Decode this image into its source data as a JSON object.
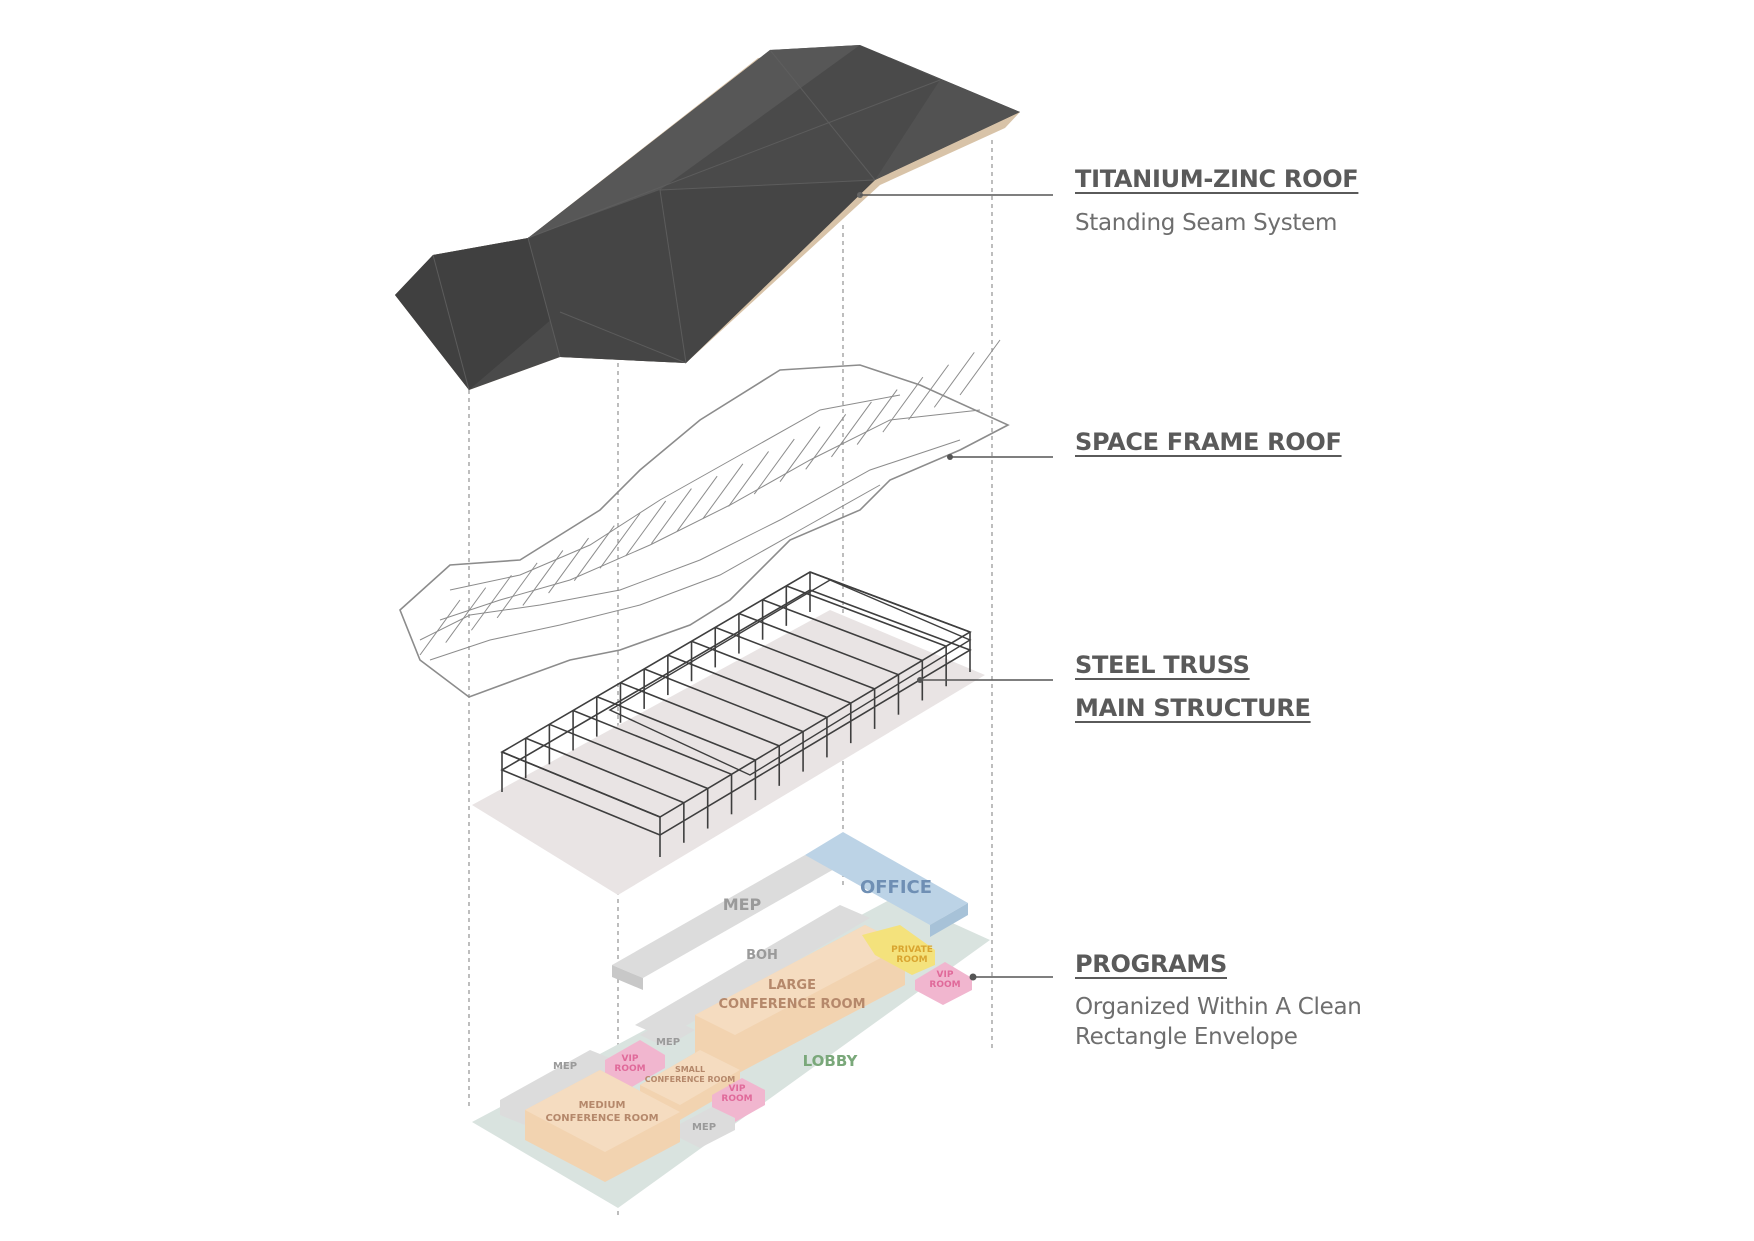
{
  "labels": {
    "roof": {
      "title": "TITANIUM-ZINC ROOF",
      "subtitle": "Standing Seam System"
    },
    "space_frame": {
      "title": "SPACE FRAME ROOF"
    },
    "steel": {
      "title_line1": "STEEL TRUSS",
      "title_line2": "MAIN STRUCTURE"
    },
    "programs": {
      "title": "PROGRAMS",
      "subtitle_line1": "Organized Within A Clean",
      "subtitle_line2": "Rectangle Envelope"
    }
  },
  "rooms": {
    "office": "OFFICE",
    "mep_top": "MEP",
    "boh": "BOH",
    "large_conf_1": "LARGE",
    "large_conf_2": "CONFERENCE ROOM",
    "private_1": "PRIVATE",
    "private_2": "ROOM",
    "vip_right_1": "VIP",
    "vip_right_2": "ROOM",
    "lobby": "LOBBY",
    "mep_left": "MEP",
    "vip_left_1": "VIP",
    "vip_left_2": "ROOM",
    "mep_mid": "MEP",
    "small_conf_1": "SMALL",
    "small_conf_2": "CONFERENCE ROOM",
    "vip_mid_1": "VIP",
    "vip_mid_2": "ROOM",
    "mep_bottom": "MEP",
    "medium_conf_1": "MEDIUM",
    "medium_conf_2": "CONFERENCE ROOM"
  },
  "colors": {
    "roof": "#4a4a4a",
    "frame_line": "#8a8a8a",
    "truss_line": "#3c3c3c",
    "slab": "#e8e2e2",
    "office": "#bcd3e6",
    "conference": "#f2d3b0",
    "vip": "#f1b6cf",
    "private": "#f5e37e",
    "mep": "#dddcdc",
    "lobby": "#d8e4e0",
    "text_label": "#5a5a5a"
  }
}
